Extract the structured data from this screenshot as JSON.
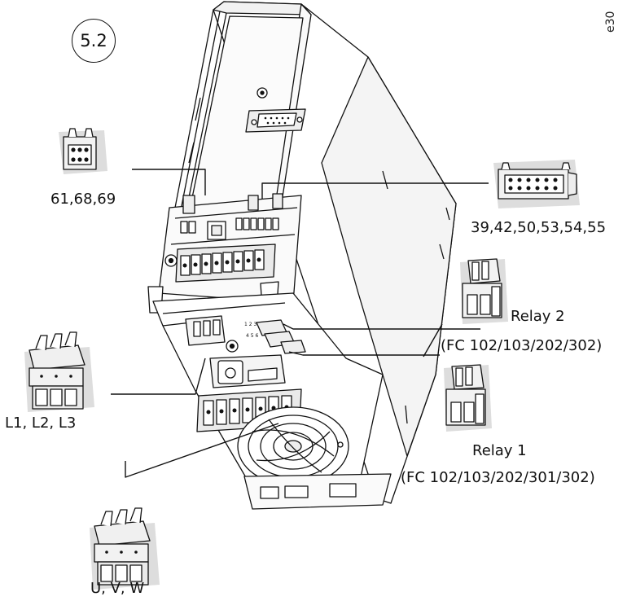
{
  "badge": "5.2",
  "doc_id": "e30",
  "connectors": {
    "c61": "61,68,69",
    "c39": "39,42,50,53,54,55",
    "relay2_name": "Relay 2",
    "relay2_models": "(FC 102/103/202/302)",
    "relay1_name": "Relay 1",
    "relay1_models": "(FC 102/103/202/301/302)",
    "mains": "L1, L2, L3",
    "motor": "U, V, W"
  }
}
